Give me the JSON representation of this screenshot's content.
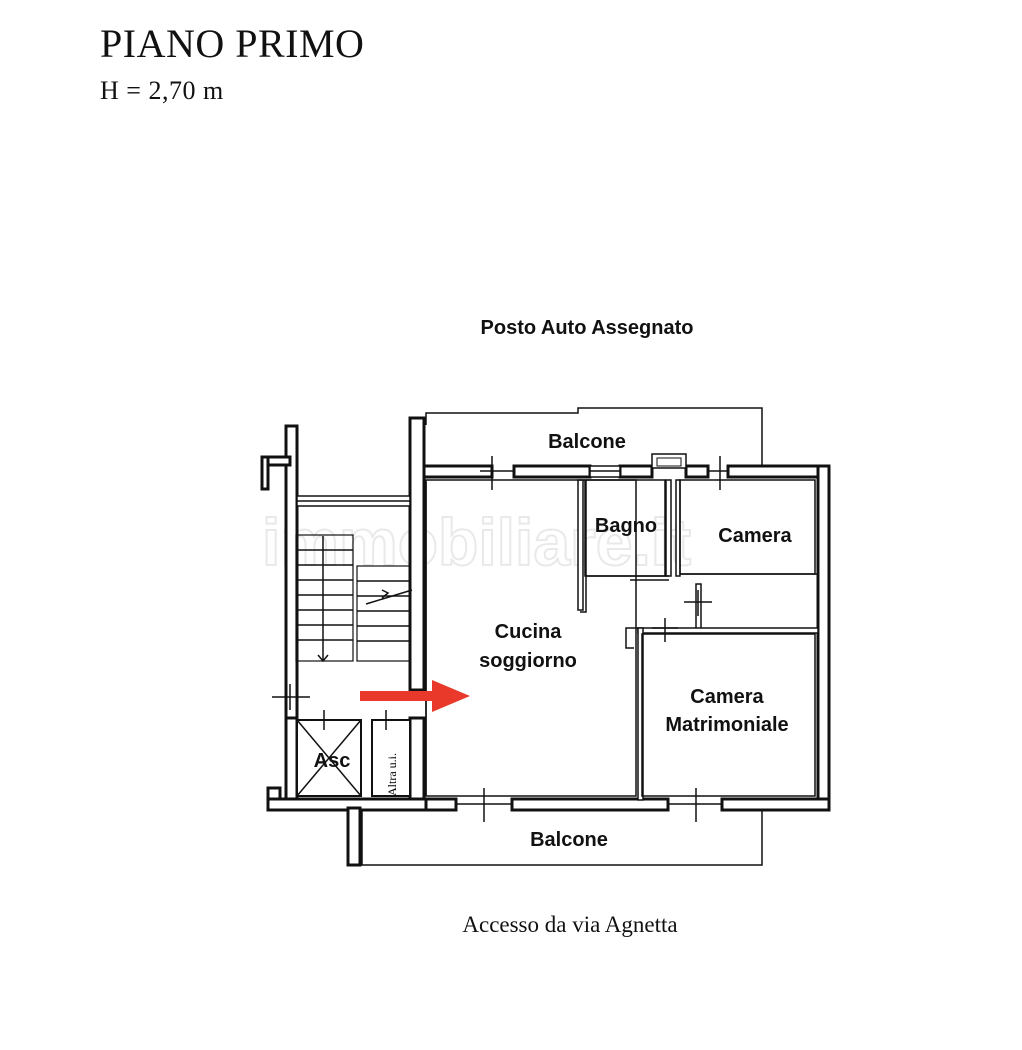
{
  "header": {
    "title": "PIANO PRIMO",
    "height": "H = 2,70 m"
  },
  "plan": {
    "parking": "Posto Auto Assegnato",
    "balcony_top": "Balcone",
    "balcony_bottom": "Balcone",
    "bathroom": "Bagno",
    "bedroom": "Camera",
    "kitchen_line1": "Cucina",
    "kitchen_line2": "soggiorno",
    "master_line1": "Camera",
    "master_line2": "Matrimoniale",
    "elevator": "Asc",
    "other_unit": "Altra u.i."
  },
  "watermark": "immobiliare.it",
  "footer": {
    "access": "Accesso da via Agnetta"
  },
  "colors": {
    "arrow": "#e8392a",
    "lines": "#111111"
  }
}
